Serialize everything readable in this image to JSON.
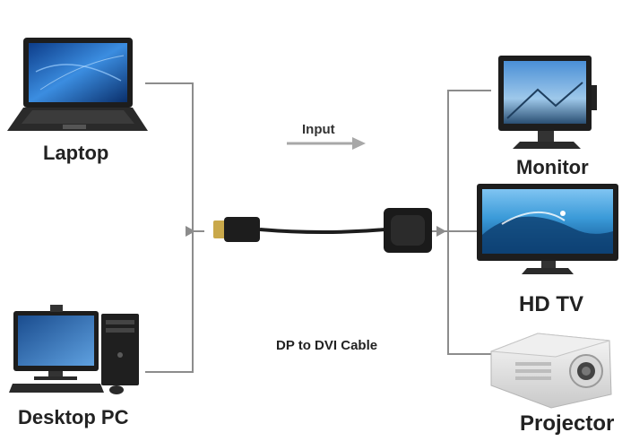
{
  "sources": {
    "laptop_label": "Laptop",
    "desktop_label": "Desktop PC"
  },
  "cable": {
    "direction_label": "Input",
    "name": "DP to DVI Cable"
  },
  "outputs": {
    "monitor_label": "Monitor",
    "hdtv_label": "HD TV",
    "projector_label": "Projector"
  },
  "colors": {
    "connector_line": "#8c8c8c",
    "arrow": "#9a9a9a",
    "device_dark": "#1d1d1d",
    "screen_blue": "#2c6fb8"
  }
}
